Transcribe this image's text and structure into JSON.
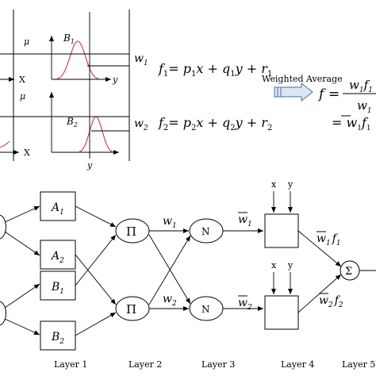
{
  "top": {
    "mu_label": "μ",
    "x_axis_label": "X",
    "y_axis_label": "y",
    "rule1": {
      "mf_label": "B",
      "mf_sub": "1",
      "weight": "w",
      "weight_sub": "1",
      "eq_lhs": "f",
      "eq_lhs_sub": "1",
      "eq_rhs_parts": [
        "= ",
        "p",
        "1",
        "x + ",
        "q",
        "1",
        "y + ",
        "r",
        "1"
      ]
    },
    "rule2": {
      "mf_label": "B",
      "mf_sub": "2",
      "weight": "w",
      "weight_sub": "2",
      "eq_lhs": "f",
      "eq_lhs_sub": "2",
      "eq_rhs_parts": [
        "= ",
        "p",
        "2",
        "x + ",
        "q",
        "2",
        "y + ",
        "r",
        "2"
      ]
    },
    "weighted_average_label": "Weighted Average",
    "result_f": "f",
    "result_eq": "=",
    "result_num": "w",
    "result_num_sub": "1",
    "result_num_f": "f",
    "result_num_f_sub": "1",
    "result_den": "w",
    "result_den_sub": "1",
    "result_line2": "= ",
    "result_w": "w",
    "result_w_sub": "1",
    "result_f2": "f",
    "result_f2_sub": "1",
    "result_plus": " +"
  },
  "network": {
    "a1": {
      "main": "A",
      "sub": "1"
    },
    "a2": {
      "main": "A",
      "sub": "2"
    },
    "b1": {
      "main": "B",
      "sub": "1"
    },
    "b2": {
      "main": "B",
      "sub": "2"
    },
    "pi": "Π",
    "n": "N",
    "w1": {
      "main": "w",
      "sub": "1"
    },
    "w2": {
      "main": "w",
      "sub": "2"
    },
    "x": "x",
    "y": "y",
    "out1": {
      "main": "w",
      "sub": "1",
      "f": "f",
      "fsub": "1"
    },
    "out2": {
      "main": "w",
      "sub": "2",
      "f": "f",
      "fsub": "2"
    },
    "sigma": "Σ",
    "layers": [
      "Layer 1",
      "Layer 2",
      "Layer 3",
      "Layer 4",
      "Layer 5"
    ]
  },
  "colors": {
    "curve": "#c8407a",
    "arrow_fill": "#dde6f4",
    "arrow_stroke": "#4a6fa5"
  }
}
